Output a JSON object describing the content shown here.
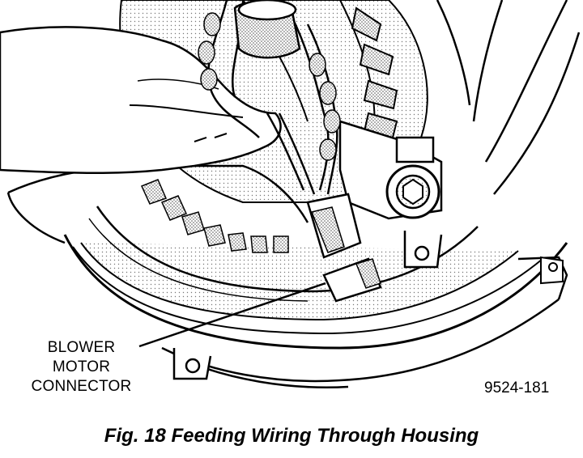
{
  "figure": {
    "callout_lines": [
      "BLOWER",
      "MOTOR",
      "CONNECTOR"
    ],
    "reference_number": "9524-181",
    "caption": "Fig. 18 Feeding Wiring Through Housing",
    "colors": {
      "ink": "#000000",
      "paper": "#ffffff",
      "shade": "#9a9a9a"
    }
  }
}
